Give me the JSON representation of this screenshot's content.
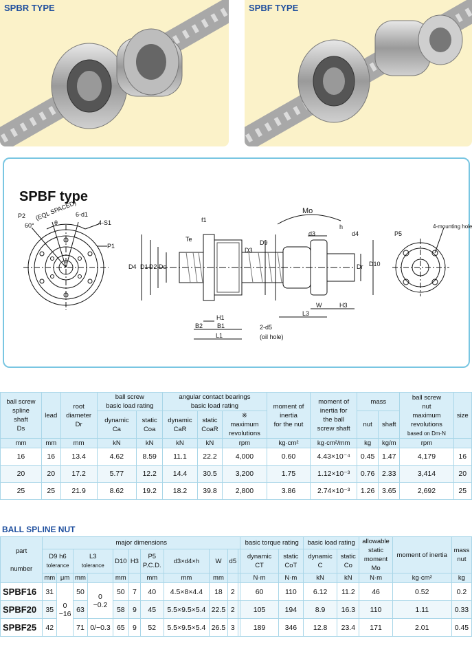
{
  "photos": {
    "left_title": "SPBR TYPE",
    "right_title": "SPBF TYPE"
  },
  "drawing": {
    "title": "SPBF type",
    "labels": {
      "p2": "P2",
      "sixty": "60°",
      "eql": "(EQL SPACED)",
      "theta": "θ",
      "six_d1": "6-d1",
      "four_s1": "4-S1",
      "p1": "P1",
      "d4": "D4",
      "d1": "D1",
      "d2": "D2",
      "ds": "Ds",
      "f1": "f1",
      "te": "Te",
      "d9": "D9",
      "d3": "D3",
      "mo": "Mo",
      "d3s": "d3",
      "h": "h",
      "d4s": "d4",
      "dr": "Dr",
      "d10": "D10",
      "p5": "P5",
      "mount": "4-mounting hole",
      "h1": "H1",
      "b2": "B2",
      "b1": "B1",
      "l1": "L1",
      "w": "W",
      "h3": "H3",
      "l3": "L3",
      "d5": "2-d5",
      "oil": "(oil hole)"
    }
  },
  "table1": {
    "headers": {
      "shaft": [
        "ball screw",
        "spline",
        "shaft",
        "Ds"
      ],
      "shaft_unit": "mm",
      "lead": "lead",
      "lead_unit": "mm",
      "root": [
        "root",
        "diameter",
        "Dr"
      ],
      "root_unit": "mm",
      "ballscrew": "ball screw",
      "basic_load": "basic load rating",
      "dynamic": "dynamic",
      "static": "static",
      "ca": "Ca",
      "coa": "Coa",
      "kn1": "kN",
      "kn2": "kN",
      "angular": "angular contact bearings",
      "basic_load2": "basic load rating",
      "dynamic2": "dynamic",
      "static2": "static",
      "car": "CaR",
      "coar": "CoaR",
      "kn3": "kN",
      "kn4": "kN",
      "mark": "※",
      "maxrev": [
        "maximum",
        "revolutions"
      ],
      "rpm": "rpm",
      "moi": [
        "moment of",
        "inertia",
        "for the nut"
      ],
      "moi_unit": "kg·cm²",
      "moi2": [
        "moment of",
        "inertia for",
        "the ball",
        "screw shaft"
      ],
      "moi2_unit": "kg·cm²/mm",
      "mass": "mass",
      "nut": "nut",
      "shaft2": "shaft",
      "kg": "kg",
      "kgm": "kg/m",
      "maxnut": [
        "ball screw",
        "nut",
        "maximum",
        "revolutions"
      ],
      "based": "based on Dm·N",
      "rpm2": "rpm",
      "size": "size"
    },
    "rows": [
      [
        "16",
        "16",
        "13.4",
        "4.62",
        "8.59",
        "11.1",
        "22.2",
        "4,000",
        "0.60",
        "4.43×10⁻⁴",
        "0.45",
        "1.47",
        "4,179",
        "16"
      ],
      [
        "20",
        "20",
        "17.2",
        "5.77",
        "12.2",
        "14.4",
        "30.5",
        "3,200",
        "1.75",
        "1.12×10⁻³",
        "0.76",
        "2.33",
        "3,414",
        "20"
      ],
      [
        "25",
        "25",
        "21.9",
        "8.62",
        "19.2",
        "18.2",
        "39.8",
        "2,800",
        "3.86",
        "2.74×10⁻³",
        "1.26",
        "3.65",
        "2,692",
        "25"
      ]
    ]
  },
  "section_title": "BALL SPLINE NUT",
  "table2": {
    "headers": {
      "part": [
        "part",
        "number"
      ],
      "major": "major dimensions",
      "d9h6": "D9 h6",
      "tolerance": "tolerance",
      "um": "μm",
      "mm1": "mm",
      "l3": "L3",
      "tolerance2": "tolerance",
      "mm2": "mm",
      "mm3": "mm",
      "d10": "D10",
      "h3": "H3",
      "p5": "P5",
      "pcd": "P.C.D.",
      "mm4": "mm",
      "d3d4h": "d3×d4×h",
      "mm5": "mm",
      "w": "W",
      "mm6": "mm",
      "d5": "d5",
      "torque": "basic torque rating",
      "dynamic": "dynamic",
      "static": "static",
      "ct": "CT",
      "cot": "CoT",
      "nm1": "N·m",
      "nm2": "N·m",
      "load": "basic load rating",
      "dynamic2": "dynamic",
      "static2": "static",
      "c": "C",
      "co": "Co",
      "kn1": "kN",
      "kn2": "kN",
      "allow": [
        "allowable",
        "static",
        "moment"
      ],
      "mo": "Mo",
      "nm3": "N·m",
      "inertia": "moment of inertia",
      "kgcm2": "kg·cm²",
      "mass": [
        "mass",
        "nut"
      ],
      "kg": "kg"
    },
    "d9_tol": [
      "0",
      "−16"
    ],
    "l3_tol": [
      "0",
      "−0.2"
    ],
    "l3_tol3": "0/−0.3",
    "rows": [
      {
        "part": "SPBF16",
        "d9": "31",
        "l3": "50",
        "d10": "50",
        "h3": "7",
        "p5": "40",
        "dims": "4.5×8×4.4",
        "w": "18",
        "d5": "2",
        "ct": "60",
        "cot": "110",
        "c": "6.12",
        "co": "11.2",
        "mo": "46",
        "inertia": "0.52",
        "mass": "0.2"
      },
      {
        "part": "SPBF20",
        "d9": "35",
        "l3": "63",
        "d10": "58",
        "h3": "9",
        "p5": "45",
        "dims": "5.5×9.5×5.4",
        "w": "22.5",
        "d5": "2",
        "ct": "105",
        "cot": "194",
        "c": "8.9",
        "co": "16.3",
        "mo": "110",
        "inertia": "1.11",
        "mass": "0.33"
      },
      {
        "part": "SPBF25",
        "d9": "42",
        "l3": "71",
        "d10": "65",
        "h3": "9",
        "p5": "52",
        "dims": "5.5×9.5×5.4",
        "w": "26.5",
        "d5": "3",
        "ct": "189",
        "cot": "346",
        "c": "12.8",
        "co": "23.4",
        "mo": "171",
        "inertia": "2.01",
        "mass": "0.45"
      }
    ]
  }
}
